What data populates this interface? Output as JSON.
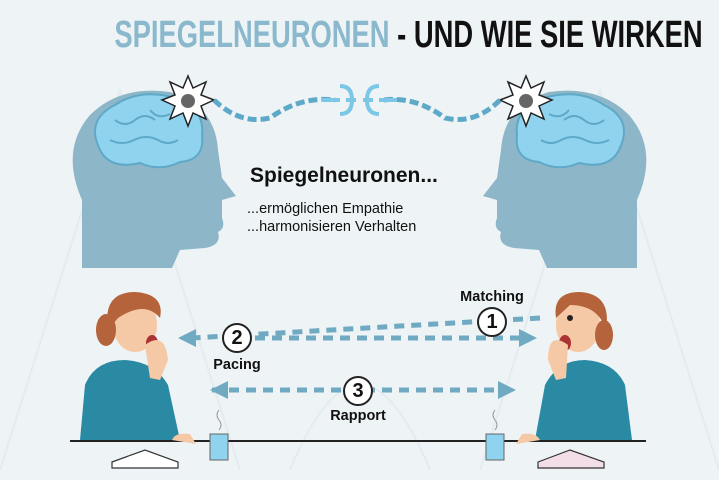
{
  "title": {
    "part1": "SPIEGELNEURONEN",
    "part2": "- UND WIE SIE WIRKEN"
  },
  "center": {
    "headline": "Spiegelneuronen...",
    "lines": [
      "...ermöglichen Empathie",
      "...harmonisieren Verhalten"
    ]
  },
  "steps": [
    {
      "number": "1",
      "label": "Matching"
    },
    {
      "number": "2",
      "label": "Pacing"
    },
    {
      "number": "3",
      "label": "Rapport"
    }
  ],
  "colors": {
    "accent": "#8ab8cc",
    "head": "#8db6c9",
    "brain": "#8fd3ee",
    "arrow": "#6fa9c2",
    "shirt": "#2a8aa3"
  }
}
